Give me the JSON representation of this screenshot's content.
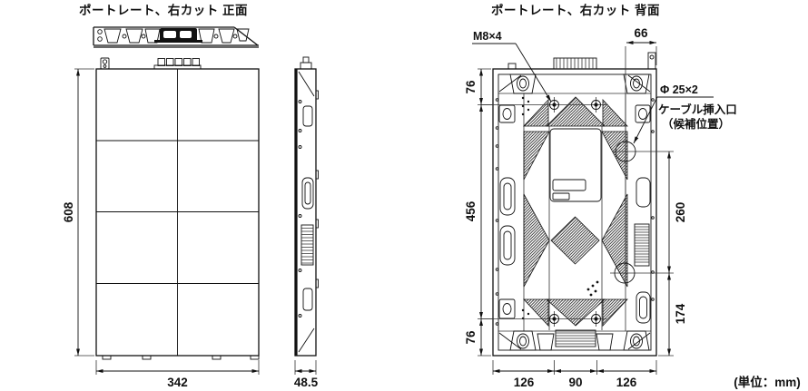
{
  "titles": {
    "front": "ポートレート、右カット 正面",
    "back": "ポートレート、右カット 背面"
  },
  "unit_note": "(単位：mm)",
  "labels": {
    "bolt_holes": "M8×4",
    "cable_dia": "Φ 25×2",
    "cable_line1": "ケーブル挿入口",
    "cable_line2": "（候補位置）"
  },
  "dimensions": {
    "front_height": "608",
    "front_width": "342",
    "side_depth": "48.5",
    "back_top_right": "66",
    "back_left_top": "76",
    "back_left_mid": "456",
    "back_left_bottom": "76",
    "back_right_upper": "260",
    "back_right_lower": "174",
    "back_bottom_left": "126",
    "back_bottom_mid": "90",
    "back_bottom_right": "126"
  },
  "drawing": {
    "line_color": "#111111",
    "background": "#ffffff",
    "views": [
      "front-top-profile",
      "front-view",
      "side-view",
      "back-view"
    ]
  }
}
